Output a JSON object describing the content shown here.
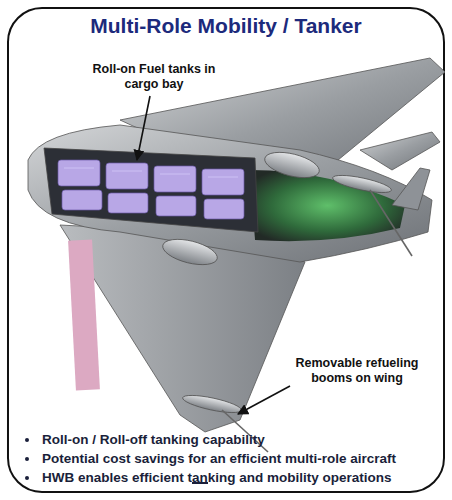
{
  "diagram": {
    "title": "Multi-Role Mobility / Tanker",
    "labels": [
      "Roll-on Fuel tanks in cargo bay",
      "Removable refueling booms on wing",
      "Roll-on / Roll-off tanking capability",
      "Potential cost savings for an efficient multi-role aircraft",
      "HWB enables efficient tanking and mobility operations"
    ]
  }
}
